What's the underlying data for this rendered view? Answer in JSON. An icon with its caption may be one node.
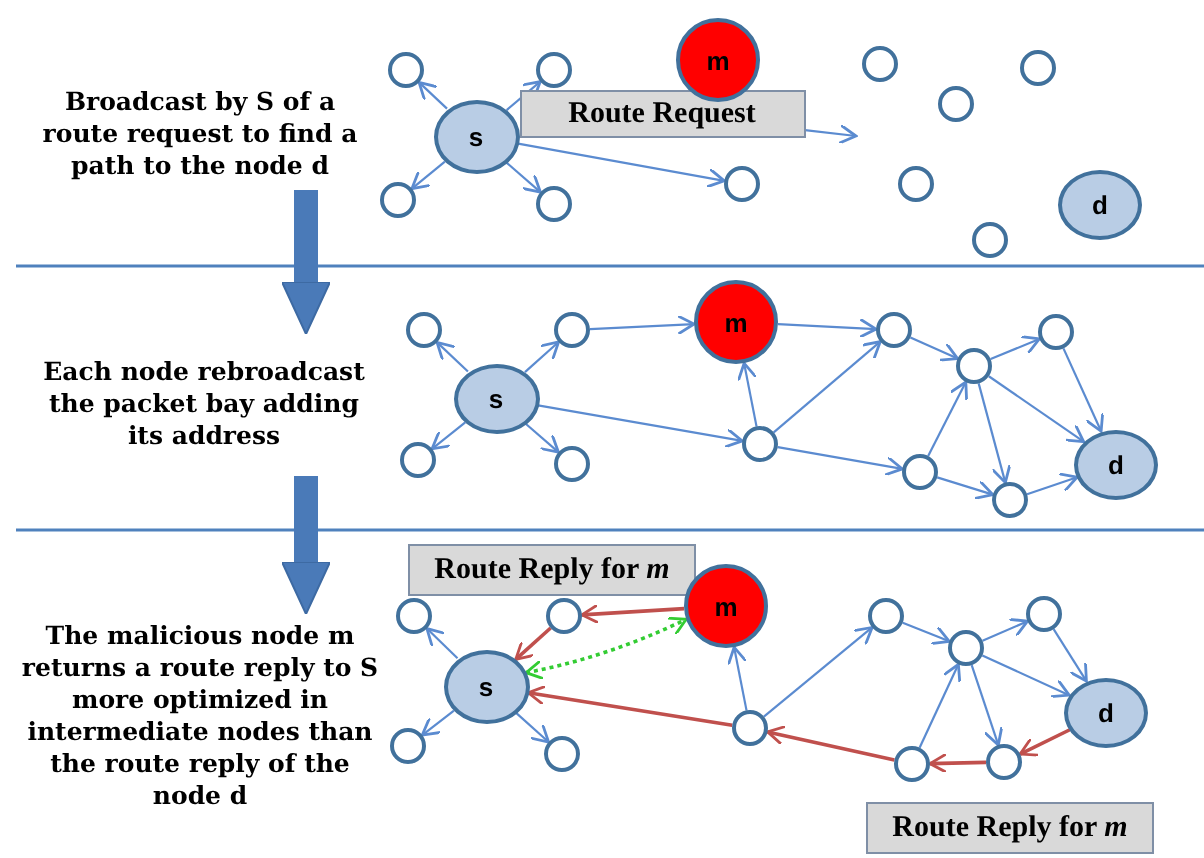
{
  "diagram": {
    "nodes": [
      {
        "text": [
          "Broadcast by S of a route request to find a path to the node d"
        ]
      },
      {
        "text": [
          "Route Request"
        ]
      },
      {
        "text": [],
        "shape": "circle"
      },
      {
        "text": [],
        "shape": "circle"
      },
      {
        "text": [
          "m"
        ]
      },
      {
        "text": [
          "s"
        ]
      },
      {
        "text": [],
        "shape": "circle"
      },
      {
        "text": [],
        "shape": "circle"
      },
      {
        "text": [],
        "shape": "circle"
      },
      {
        "text": [],
        "shape": "circle"
      },
      {
        "text": [],
        "shape": "circle"
      },
      {
        "text": [],
        "shape": "circle"
      },
      {
        "text": [],
        "shape": "circle"
      },
      {
        "text": [
          "d"
        ]
      },
      {
        "text": [],
        "shape": "circle"
      },
      {
        "text": [
          "Each node rebroadcast the packet bay adding its address"
        ]
      },
      {
        "text": [],
        "shape": "circle"
      },
      {
        "text": [],
        "shape": "circle"
      },
      {
        "text": [
          "m"
        ]
      },
      {
        "text": [],
        "shape": "circle"
      },
      {
        "text": [],
        "shape": "circle"
      },
      {
        "text": [],
        "shape": "circle"
      },
      {
        "text": [
          "s"
        ]
      },
      {
        "text": [],
        "shape": "circle"
      },
      {
        "text": [],
        "shape": "circle"
      },
      {
        "text": [],
        "shape": "circle"
      },
      {
        "text": [
          "d"
        ]
      },
      {
        "text": [],
        "shape": "circle"
      },
      {
        "text": [],
        "shape": "circle"
      },
      {
        "text": [
          "The malicious node m returns a route reply to S more optimized in intermediate nodes than the route reply of the node d"
        ]
      },
      {
        "text": [
          "Route Reply for *m*"
        ]
      },
      {
        "text": [
          "m"
        ]
      },
      {
        "text": [],
        "shape": "circle"
      },
      {
        "text": [],
        "shape": "circle"
      },
      {
        "text": [],
        "shape": "circle"
      },
      {
        "text": [],
        "shape": "circle"
      },
      {
        "text": [],
        "shape": "circle"
      },
      {
        "text": [
          "s"
        ]
      },
      {
        "text": [
          "d"
        ]
      },
      {
        "text": [],
        "shape": "circle"
      },
      {
        "text": [],
        "shape": "circle"
      },
      {
        "text": [],
        "shape": "circle"
      },
      {
        "text": [],
        "shape": "circle"
      },
      {
        "text": [],
        "shape": "circle"
      },
      {
        "text": [
          "Route Reply for *m*"
        ]
      }
    ],
    "edges": [
      {
        "from": 0,
        "to": 15,
        "arrow": "to",
        "style": "thick"
      },
      {
        "from": 15,
        "to": 29,
        "arrow": "to",
        "style": "thick"
      },
      {
        "from": 5,
        "to": 2,
        "arrow": "to"
      },
      {
        "from": 5,
        "to": 3,
        "arrow": "to"
      },
      {
        "from": 5,
        "to": 6,
        "arrow": "to"
      },
      {
        "from": 5,
        "to": 7,
        "arrow": "to"
      },
      {
        "from": 5,
        "to": 8,
        "arrow": "to"
      },
      {
        "from": 1,
        "to": null,
        "arrow": "to"
      },
      {
        "from": 22,
        "to": 16,
        "arrow": "to"
      },
      {
        "from": 22,
        "to": 17,
        "arrow": "to"
      },
      {
        "from": 22,
        "to": 24,
        "arrow": "to"
      },
      {
        "from": 22,
        "to": 25,
        "arrow": "to"
      },
      {
        "from": 17,
        "to": 18,
        "arrow": "to"
      },
      {
        "from": 22,
        "to": 23,
        "arrow": "to"
      },
      {
        "from": 23,
        "to": 18,
        "arrow": "to"
      },
      {
        "from": 23,
        "to": 19,
        "arrow": "to"
      },
      {
        "from": 18,
        "to": 19,
        "arrow": "to"
      },
      {
        "from": 23,
        "to": 27,
        "arrow": "to"
      },
      {
        "from": 19,
        "to": 21,
        "arrow": "to"
      },
      {
        "from": 21,
        "to": 20,
        "arrow": "to"
      },
      {
        "from": 21,
        "to": 26,
        "arrow": "to"
      },
      {
        "from": 21,
        "to": 28,
        "arrow": "to"
      },
      {
        "from": 27,
        "to": 21,
        "arrow": "to"
      },
      {
        "from": 27,
        "to": 28,
        "arrow": "to"
      },
      {
        "from": 28,
        "to": 26,
        "arrow": "to"
      },
      {
        "from": 20,
        "to": 26,
        "arrow": "to"
      },
      {
        "from": 37,
        "to": 32,
        "arrow": "to"
      },
      {
        "from": 37,
        "to": 40,
        "arrow": "to"
      },
      {
        "from": 37,
        "to": 41,
        "arrow": "to"
      },
      {
        "from": 39,
        "to": 31,
        "arrow": "to"
      },
      {
        "from": 39,
        "to": 34,
        "arrow": "to"
      },
      {
        "from": 34,
        "to": 36,
        "arrow": "to"
      },
      {
        "from": 36,
        "to": 35,
        "arrow": "to"
      },
      {
        "from": 35,
        "to": 38,
        "arrow": "to"
      },
      {
        "from": 36,
        "to": 38,
        "arrow": "to"
      },
      {
        "from": 36,
        "to": 42,
        "arrow": "to"
      },
      {
        "from": 43,
        "to": 36,
        "arrow": "to"
      },
      {
        "from": 31,
        "to": 33,
        "arrow": "to",
        "color": "#c0504d"
      },
      {
        "from": 33,
        "to": 37,
        "arrow": "to",
        "color": "#c0504d"
      },
      {
        "from": 37,
        "to": 31,
        "arrow": "both",
        "style": "dashed",
        "color": "#33cc33"
      },
      {
        "from": 39,
        "to": 37,
        "arrow": "to",
        "color": "#c0504d"
      },
      {
        "from": 43,
        "to": 39,
        "arrow": "to",
        "color": "#c0504d"
      },
      {
        "from": 42,
        "to": 43,
        "arrow": "to",
        "color": "#c0504d"
      },
      {
        "from": 38,
        "to": 42,
        "arrow": "to",
        "color": "#c0504d"
      }
    ]
  }
}
